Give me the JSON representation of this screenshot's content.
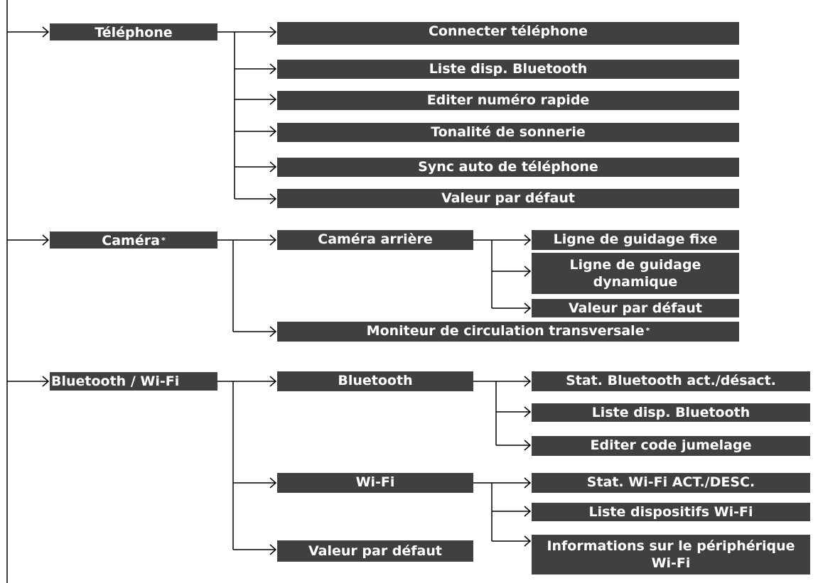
{
  "menu": {
    "telephone": {
      "label": "Téléphone",
      "items": [
        "Connecter téléphone",
        "Liste disp. Bluetooth",
        "Editer numéro rapide",
        "Tonalité de sonnerie",
        "Sync auto de téléphone",
        "Valeur par défaut"
      ]
    },
    "camera": {
      "label": "Caméra",
      "asterisk": "*",
      "rear": {
        "label": "Caméra arrière",
        "items": [
          "Ligne de guidage fixe",
          "Ligne de guidage dynamique",
          "Valeur par défaut"
        ]
      },
      "cross_traffic": {
        "label": "Moniteur de circulation transversale",
        "asterisk": "*"
      }
    },
    "bluetooth_wifi": {
      "label": "Bluetooth / Wi-Fi",
      "bluetooth": {
        "label": "Bluetooth",
        "items": [
          "Stat. Bluetooth act./désact.",
          "Liste disp. Bluetooth",
          "Editer code jumelage"
        ]
      },
      "wifi": {
        "label": "Wi-Fi",
        "items": [
          "Stat. Wi-Fi ACT./DESC.",
          "Liste dispositifs Wi-Fi",
          "Informations sur le périphérique Wi-Fi"
        ]
      },
      "default": {
        "label": "Valeur par défaut"
      }
    }
  },
  "colors": {
    "box_fill": "#404040",
    "box_text": "#ffffff",
    "line": "#000000"
  }
}
